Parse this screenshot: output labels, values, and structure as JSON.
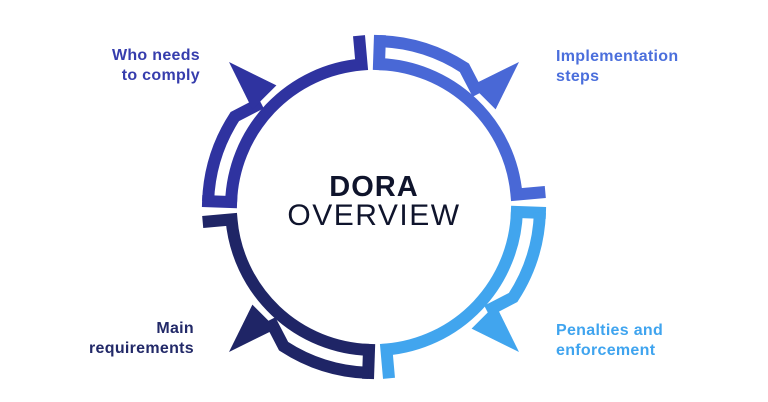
{
  "center": {
    "title": "DORA",
    "subtitle": "OVERVIEW",
    "text_color": "#0F142C"
  },
  "diagram": {
    "type": "cycle",
    "direction": "clockwise",
    "segments": [
      {
        "id": "implementation-steps",
        "position": "top-right",
        "label_line1": "Implementation",
        "label_line2": "steps",
        "color": "#4968D6",
        "text_color": "#4B6FDC"
      },
      {
        "id": "penalties-and-enforcement",
        "position": "bottom-right",
        "label_line1": "Penalties and",
        "label_line2": "enforcement",
        "color": "#41A5EE",
        "text_color": "#3FA4EF"
      },
      {
        "id": "main-requirements",
        "position": "bottom-left",
        "label_line1": "Main",
        "label_line2": "requirements",
        "color": "#1F2566",
        "text_color": "#222968"
      },
      {
        "id": "who-needs-to-comply",
        "position": "top-left",
        "label_line1": "Who needs",
        "label_line2": "to comply",
        "color": "#2F33A0",
        "text_color": "#363DAD"
      }
    ]
  }
}
